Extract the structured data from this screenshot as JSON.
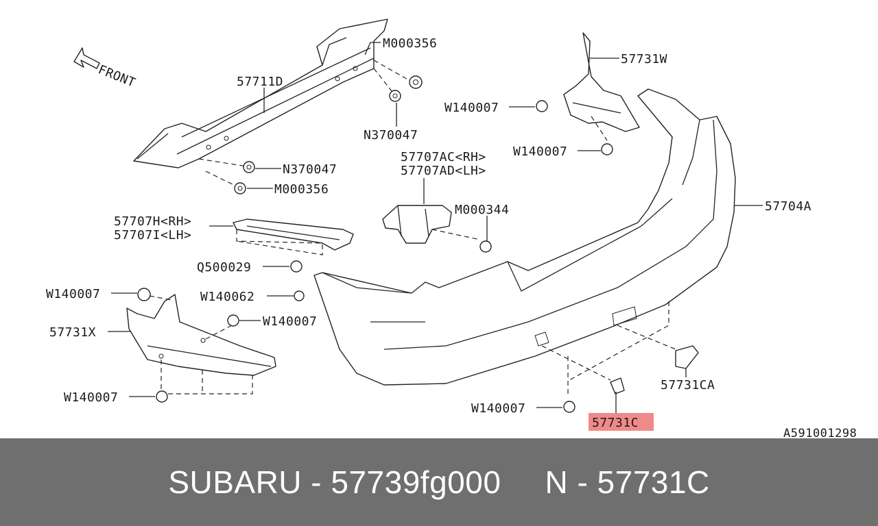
{
  "diagram": {
    "front_label": "FRONT",
    "ref_code": "A591001298",
    "highlight_color": "#f08a8a",
    "labels": {
      "M000356_a": "M000356",
      "M000356_b": "M000356",
      "57711D": "57711D",
      "N370047_a": "N370047",
      "N370047_b": "N370047",
      "57731W": "57731W",
      "W140007_a": "W140007",
      "W140007_b": "W140007",
      "W140007_c": "W140007",
      "W140007_d": "W140007",
      "W140007_e": "W140007",
      "W140007_f": "W140007",
      "57707AC": "57707AC<RH>",
      "57707AD": "57707AD<LH>",
      "M000344": "M000344",
      "57704A": "57704A",
      "57707H": "57707H<RH>",
      "57707I": "57707I<LH>",
      "Q500029": "Q500029",
      "W140062": "W140062",
      "57731X": "57731X",
      "57731CA": "57731CA",
      "57731C": "57731C"
    }
  },
  "footer": {
    "left": "SUBARU - 57739fg000",
    "right": "N - 57731C"
  }
}
